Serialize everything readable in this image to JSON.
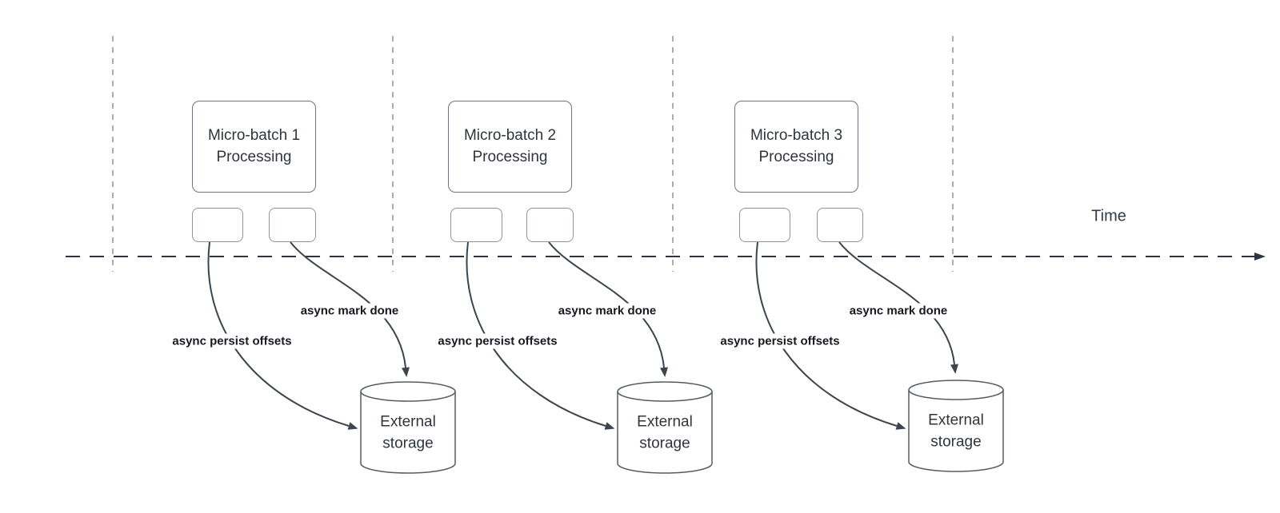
{
  "timeline": {
    "label": "Time"
  },
  "batches": [
    {
      "title": "Micro-batch 1\nProcessing",
      "persist_label": "async persist offsets",
      "done_label": "async mark done",
      "storage": "External\nstorage"
    },
    {
      "title": "Micro-batch 2\nProcessing",
      "persist_label": "async persist offsets",
      "done_label": "async mark done",
      "storage": "External\nstorage"
    },
    {
      "title": "Micro-batch 3\nProcessing",
      "persist_label": "async persist offsets",
      "done_label": "async mark done",
      "storage": "External\nstorage"
    }
  ],
  "colors": {
    "background": "#ffffff",
    "timeline_stroke": "#2f353e",
    "guide_stroke": "#aaaeb3",
    "arrow_stroke": "#3e444d",
    "process_box_border": "#70757d",
    "small_box_border": "#8f949b",
    "cylinder_border": "#565b63",
    "title_text": "#30353d",
    "label_text": "#16191f"
  }
}
